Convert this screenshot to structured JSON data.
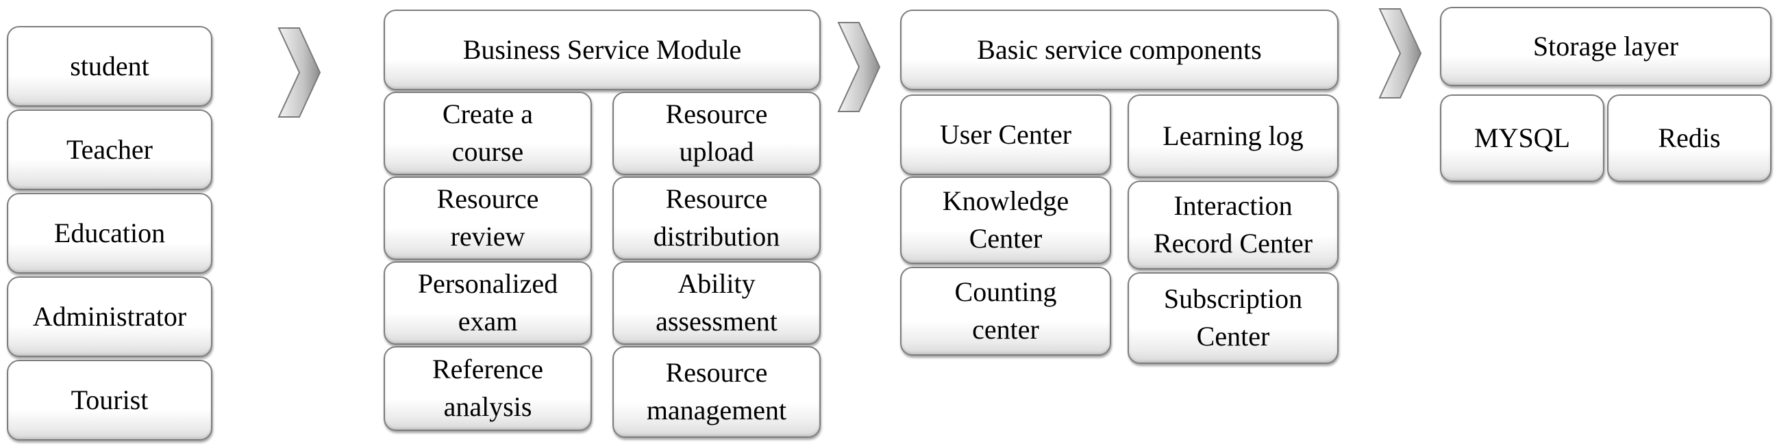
{
  "users": [
    "student",
    "Teacher",
    "Education",
    "Administrator",
    "Tourist"
  ],
  "business": {
    "title": "Business Service Module",
    "items": [
      "Create a\ncourse",
      "Resource\nupload",
      "Resource\nreview",
      "Resource\ndistribution",
      "Personalized\nexam",
      "Ability\nassessment",
      "Reference\nanalysis",
      "Resource\nmanagement"
    ]
  },
  "basic": {
    "title": "Basic service components",
    "items": [
      "User Center",
      "Learning log",
      "Knowledge\nCenter",
      "Interaction\nRecord Center",
      "Counting\ncenter",
      "Subscription\nCenter"
    ]
  },
  "storage": {
    "title": "Storage layer",
    "items": [
      "MYSQL",
      "Redis"
    ]
  }
}
